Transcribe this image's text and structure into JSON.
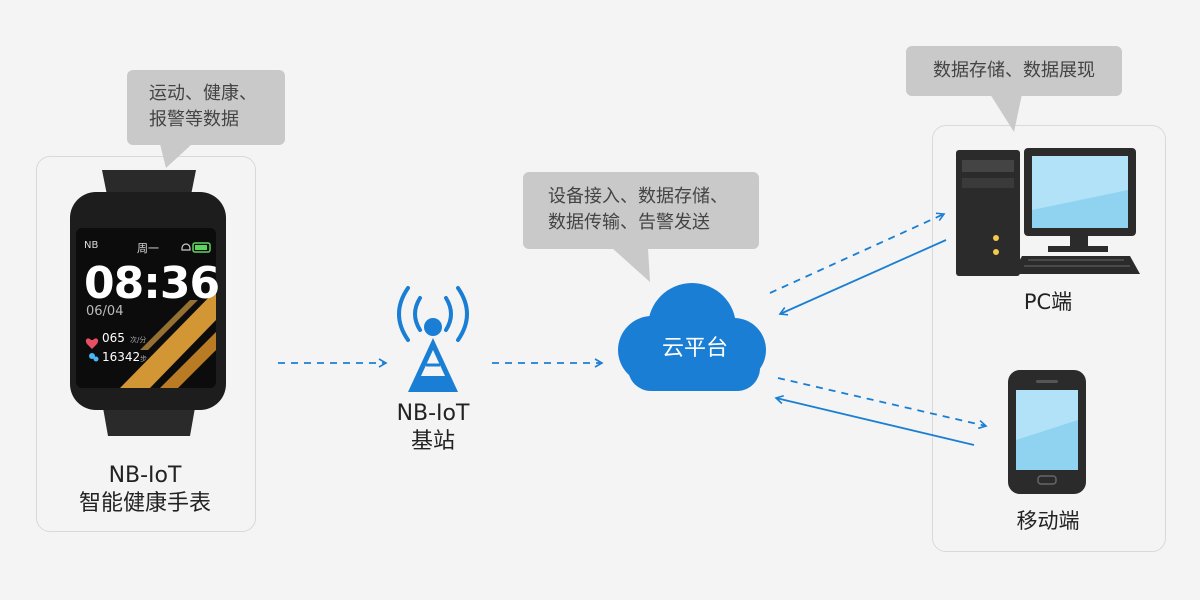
{
  "watch": {
    "bubble": [
      "运动、健康、",
      "报警等数据"
    ],
    "label": [
      "NB-IoT",
      "智能健康手表"
    ],
    "screen": {
      "network": "NB",
      "weekday": "周一",
      "time": "08:36",
      "date": "06/04",
      "heart_rate": "065",
      "heart_unit": "次/分",
      "steps": "16342",
      "steps_unit": "步"
    }
  },
  "station": {
    "label": [
      "NB-IoT",
      "基站"
    ]
  },
  "cloud": {
    "bubble": [
      "设备接入、数据存储、",
      "数据传输、告警发送"
    ],
    "label": "云平台"
  },
  "pc": {
    "bubble": "数据存储、数据展现",
    "label": "PC端"
  },
  "mobile": {
    "label": "移动端"
  },
  "colors": {
    "accent": "#1a7fd4",
    "bubble": "#c9c9c9",
    "panel_border": "#d9d9d9"
  }
}
